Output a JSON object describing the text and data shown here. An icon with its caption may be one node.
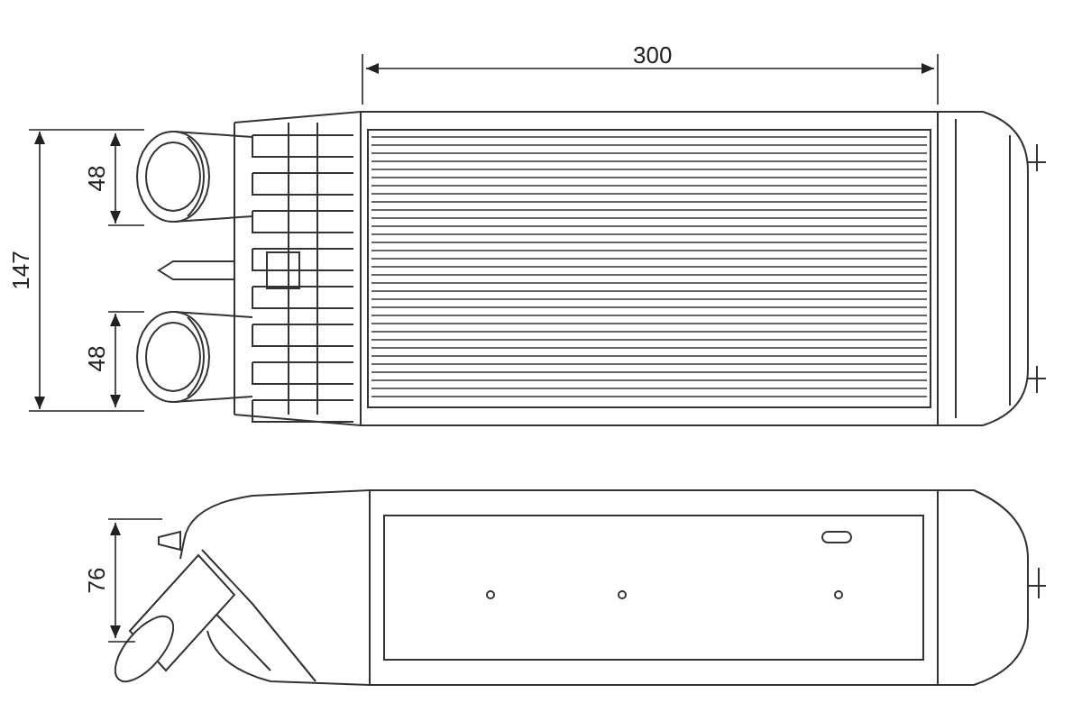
{
  "diagram": {
    "labels": [
      "300",
      "48",
      "147",
      "48",
      "76"
    ]
  }
}
